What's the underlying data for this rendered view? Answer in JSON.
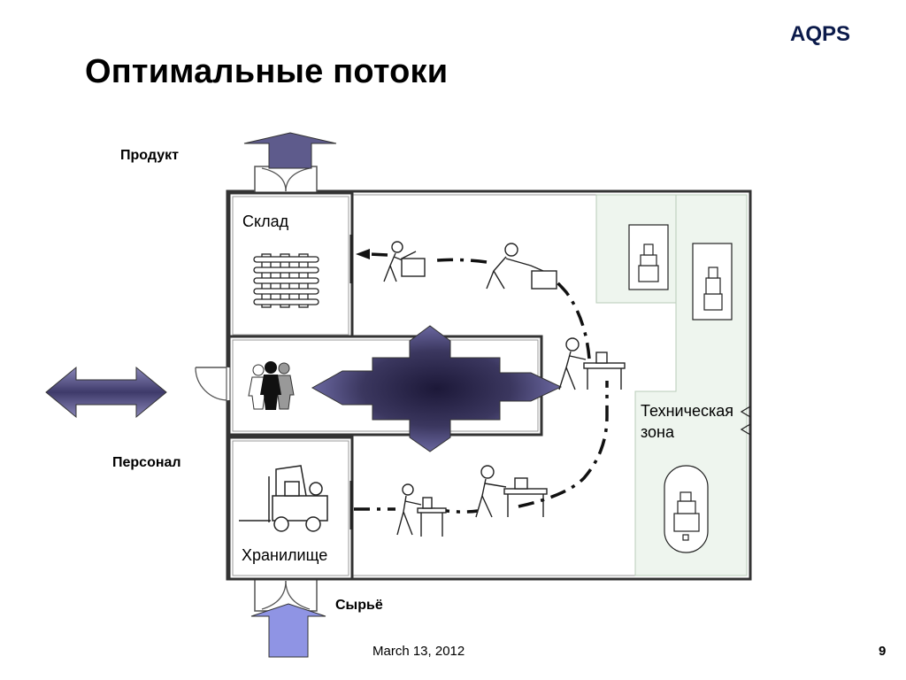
{
  "header": {
    "brand": "AQPS",
    "title": "Оптимальные потоки"
  },
  "labels": {
    "product": "Продукт",
    "personnel": "Персонал",
    "raw": "Сырьё"
  },
  "rooms": {
    "warehouse": "Склад",
    "storage": "Хранилище",
    "tech_line1": "Техническая",
    "tech_line2": "зона"
  },
  "footer": {
    "date": "March 13, 2012",
    "page": "9"
  },
  "colors": {
    "arrow_fill": "#5e5b8c",
    "arrow_raw": "#8f94e4",
    "cross_center": "#1c1838",
    "tech_zone": "#eef5ee"
  }
}
